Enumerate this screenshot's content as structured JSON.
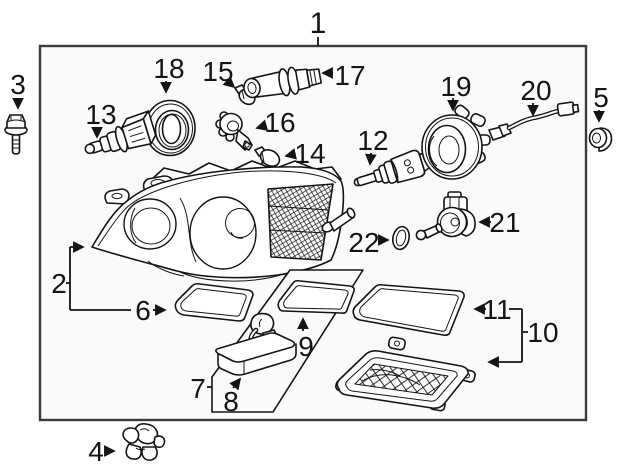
{
  "colors": {
    "page_background": "#ffffff",
    "diagram_background": "#fafafa",
    "frame_border": "#3b3b3b",
    "line_color": "#141414"
  },
  "callouts": {
    "n1": "1",
    "n2": "2",
    "n3": "3",
    "n4": "4",
    "n5": "5",
    "n6": "6",
    "n7": "7",
    "n8": "8",
    "n9": "9",
    "n10": "10",
    "n11": "11",
    "n12": "12",
    "n13": "13",
    "n14": "14",
    "n15": "15",
    "n16": "16",
    "n17": "17",
    "n18": "18",
    "n19": "19",
    "n20": "20",
    "n21": "21",
    "n22": "22"
  }
}
